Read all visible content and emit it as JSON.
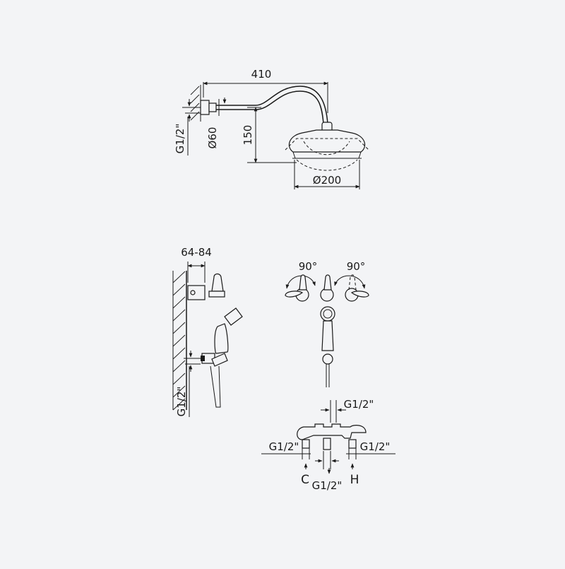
{
  "shower_head_view": {
    "dim_arm_length": "410",
    "dim_drop": "150",
    "dim_flange_diameter": "Ø60",
    "dim_inlet": "G1/2\"",
    "dim_head_diameter": "Ø200"
  },
  "side_view": {
    "dim_wall_depth": "64-84",
    "dim_inlet": "G1/2\""
  },
  "front_view": {
    "rotation_left": "90°",
    "rotation_right": "90°"
  },
  "plan_view": {
    "outlet_top": "G1/2\"",
    "outlet_left": "G1/2\"",
    "outlet_right": "G1/2\"",
    "outlet_bottom": "G1/2\"",
    "cold_label": "C",
    "hot_label": "H"
  }
}
